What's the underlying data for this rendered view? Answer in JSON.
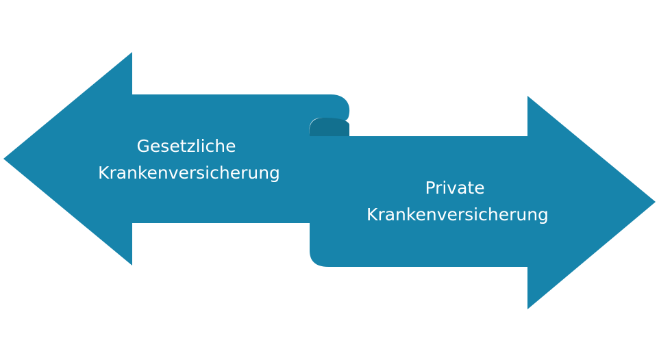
{
  "diagram": {
    "left_arrow": {
      "line1": "Gesetzliche",
      "line2": "Krankenversicherung"
    },
    "right_arrow": {
      "line1": "Private",
      "line2": "Krankenversicherung"
    }
  },
  "colors": {
    "arrow_fill": "#1784AB",
    "fold_shadow": "#12708F",
    "background": "#FFFFFF",
    "text": "#FFFFFF"
  }
}
